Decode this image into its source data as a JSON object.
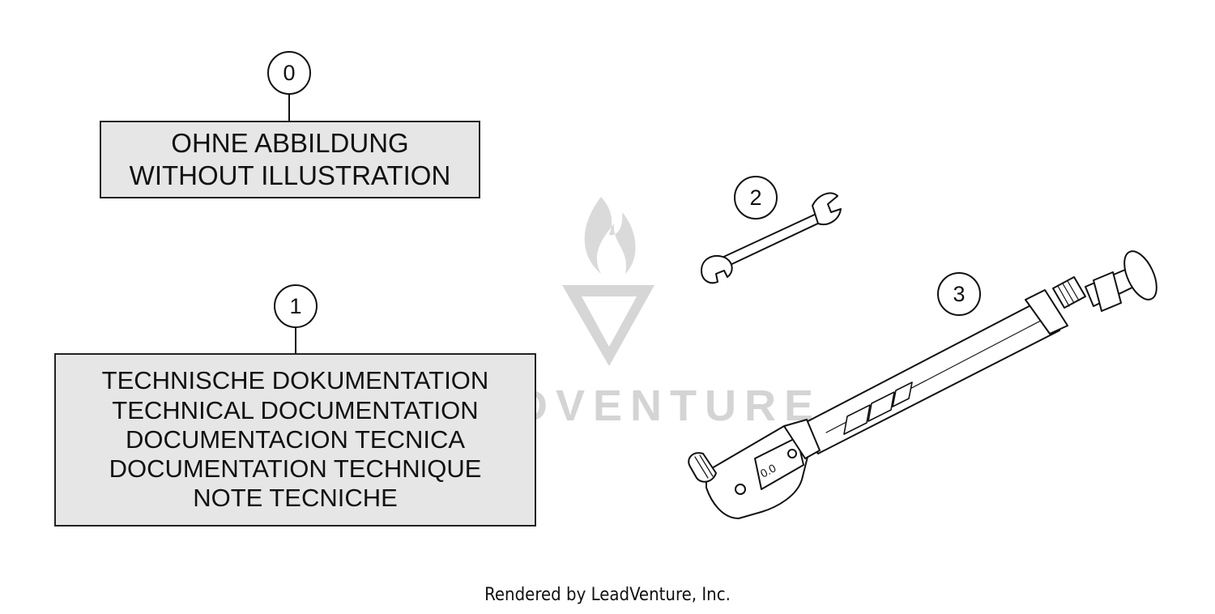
{
  "callouts": {
    "c0": "0",
    "c1": "1",
    "c2": "2",
    "c3": "3"
  },
  "box0": {
    "line1": "OHNE ABBILDUNG",
    "line2": "WITHOUT ILLUSTRATION"
  },
  "box1": {
    "line1": "TECHNISCHE DOKUMENTATION",
    "line2": "TECHNICAL DOCUMENTATION",
    "line3": "DOCUMENTACION TECNICA",
    "line4": "DOCUMENTATION TECHNIQUE",
    "line5": "NOTE TECNICHE"
  },
  "watermark": {
    "text": "ADVENTURE"
  },
  "footer": {
    "text": "Rendered by LeadVenture, Inc."
  },
  "colors": {
    "line": "#111111",
    "box_fill": "#e6e6e6",
    "watermark": "#d4d4d4"
  }
}
